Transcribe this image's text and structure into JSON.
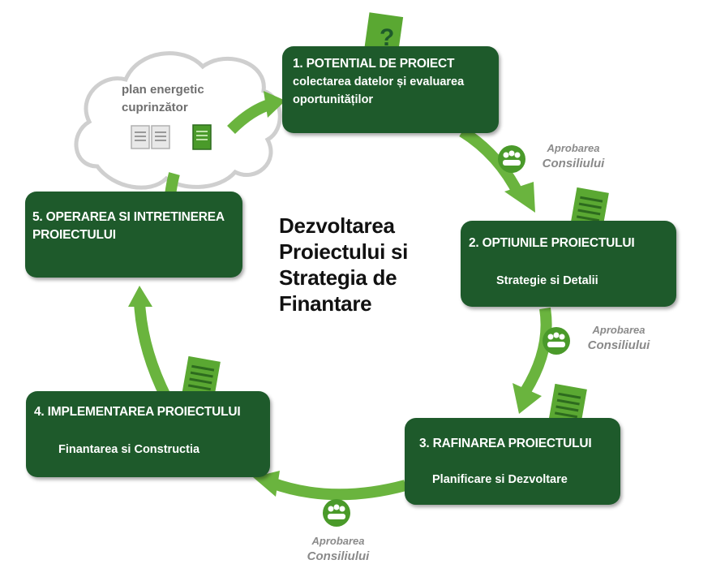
{
  "center_title": [
    "Dezvoltarea",
    "Proiectului si",
    "Strategia de",
    "Finantare"
  ],
  "cloud": {
    "line1": "plan energetic",
    "line2": "cuprinzător"
  },
  "steps": [
    {
      "title": "1. POTENTIAL DE PROIECT",
      "subtitle_line1": "colectarea datelor și evaluarea",
      "subtitle_line2": "oportunităților"
    },
    {
      "title": "2. OPTIUNILE PROIECTULUI",
      "subtitle": "Strategie si Detalii"
    },
    {
      "title": "3. RAFINAREA PROIECTULUI",
      "subtitle": "Planificare si Dezvoltare"
    },
    {
      "title": "4. IMPLEMENTAREA PROIECTULUI",
      "subtitle": "Finantarea si Constructia"
    },
    {
      "title_line1": "5. OPERAREA SI INTRETINEREA",
      "title_line2": "PROIECTULUI"
    }
  ],
  "approval": {
    "line1": "Aprobarea",
    "line2": "Consiliului"
  },
  "colors": {
    "box": "#1e5a2b",
    "arrow": "#6ab43e",
    "doc": "#5aa832",
    "cloud_stroke": "#cfcfcf",
    "approval_text": "#8a8a8a"
  }
}
